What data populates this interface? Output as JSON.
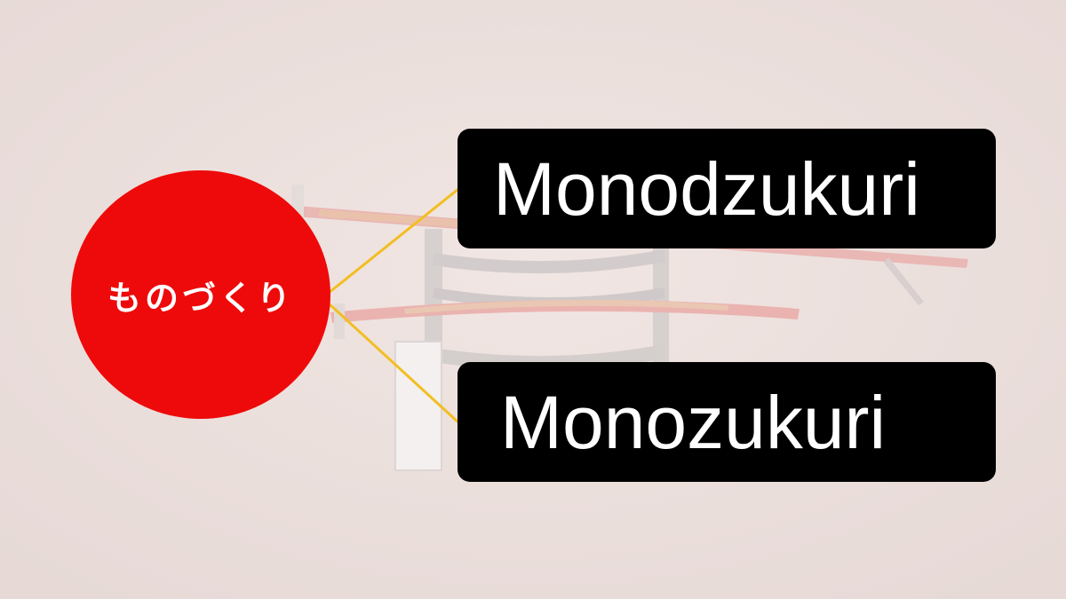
{
  "center_node": {
    "label": "ものづくり",
    "color": "#ee0a0a"
  },
  "terms": [
    {
      "label": "Monodzukuri"
    },
    {
      "label": "Monozukuri"
    }
  ],
  "colors": {
    "background": "#eadfdc",
    "connector": "#f2be22",
    "box": "#000000",
    "box_text": "#ffffff",
    "backdrop_accent": "#e6a8a8"
  }
}
